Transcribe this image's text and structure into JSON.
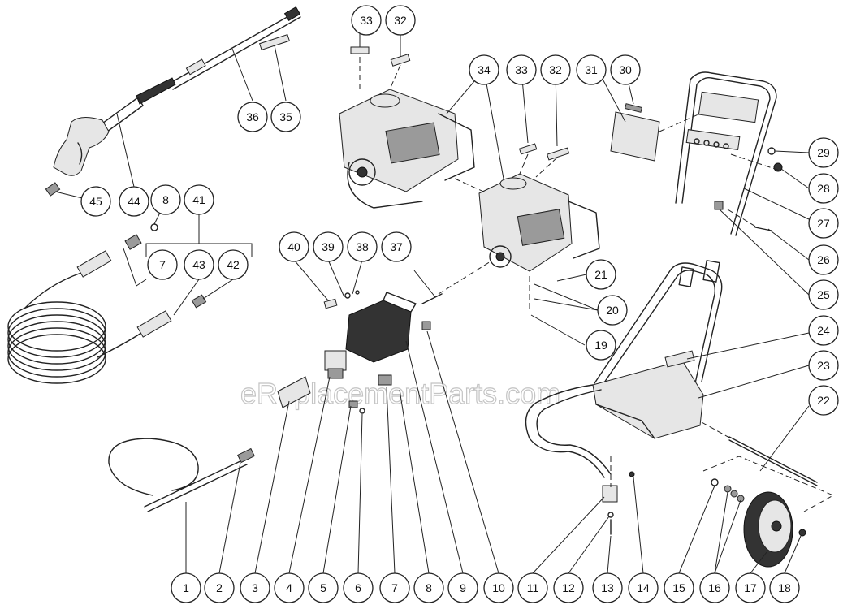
{
  "watermark": "eReplacementParts.com",
  "callouts": [
    {
      "id": "c1",
      "label": "1"
    },
    {
      "id": "c2",
      "label": "2"
    },
    {
      "id": "c3",
      "label": "3"
    },
    {
      "id": "c4",
      "label": "4"
    },
    {
      "id": "c5",
      "label": "5"
    },
    {
      "id": "c6",
      "label": "6"
    },
    {
      "id": "c7",
      "label": "7"
    },
    {
      "id": "c8",
      "label": "8"
    },
    {
      "id": "c9",
      "label": "9"
    },
    {
      "id": "c10",
      "label": "10"
    },
    {
      "id": "c11",
      "label": "11"
    },
    {
      "id": "c12",
      "label": "12"
    },
    {
      "id": "c13",
      "label": "13"
    },
    {
      "id": "c14",
      "label": "14"
    },
    {
      "id": "c15",
      "label": "15"
    },
    {
      "id": "c16",
      "label": "16"
    },
    {
      "id": "c17",
      "label": "17"
    },
    {
      "id": "c18",
      "label": "18"
    },
    {
      "id": "c19",
      "label": "19"
    },
    {
      "id": "c20",
      "label": "20"
    },
    {
      "id": "c21",
      "label": "21"
    },
    {
      "id": "c22",
      "label": "22"
    },
    {
      "id": "c23",
      "label": "23"
    },
    {
      "id": "c24",
      "label": "24"
    },
    {
      "id": "c25",
      "label": "25"
    },
    {
      "id": "c26",
      "label": "26"
    },
    {
      "id": "c27",
      "label": "27"
    },
    {
      "id": "c28",
      "label": "28"
    },
    {
      "id": "c29",
      "label": "29"
    },
    {
      "id": "c30",
      "label": "30"
    },
    {
      "id": "c31",
      "label": "31"
    },
    {
      "id": "c32a",
      "label": "32"
    },
    {
      "id": "c33a",
      "label": "33"
    },
    {
      "id": "c32b",
      "label": "32"
    },
    {
      "id": "c33b",
      "label": "33"
    },
    {
      "id": "c34",
      "label": "34"
    },
    {
      "id": "c35",
      "label": "35"
    },
    {
      "id": "c36",
      "label": "36"
    },
    {
      "id": "c37",
      "label": "37"
    },
    {
      "id": "c38",
      "label": "38"
    },
    {
      "id": "c39",
      "label": "39"
    },
    {
      "id": "c40",
      "label": "40"
    },
    {
      "id": "c41",
      "label": "41"
    },
    {
      "id": "c42",
      "label": "42"
    },
    {
      "id": "c43",
      "label": "43"
    },
    {
      "id": "c44",
      "label": "44"
    },
    {
      "id": "c45",
      "label": "45"
    },
    {
      "id": "c7b",
      "label": "7"
    },
    {
      "id": "c8b",
      "label": "8"
    }
  ]
}
